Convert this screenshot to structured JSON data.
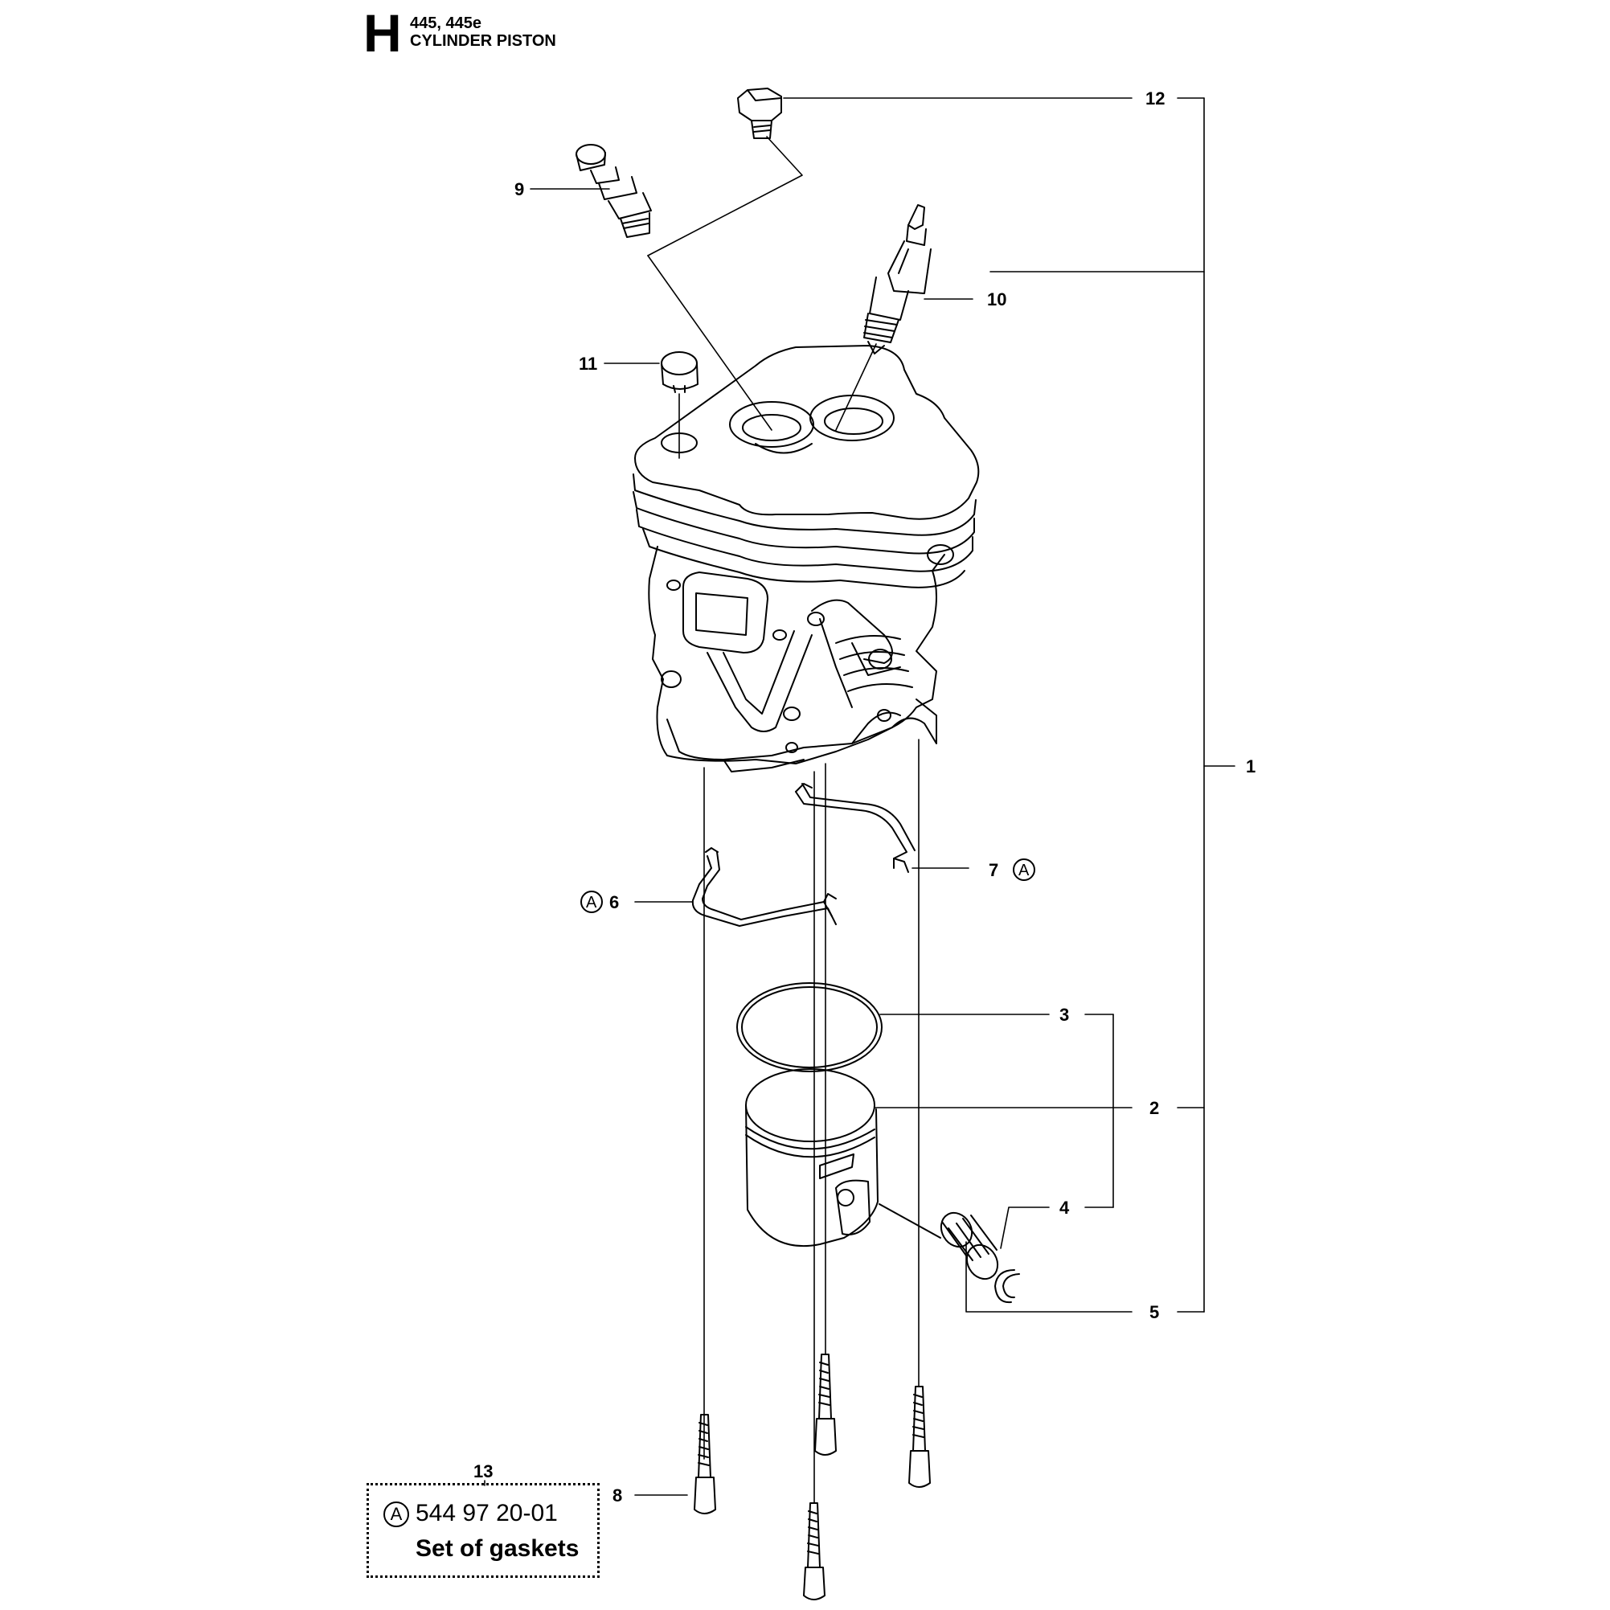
{
  "header": {
    "section_letter": "H",
    "model": "445, 445e",
    "title": "CYLINDER PISTON"
  },
  "callouts": [
    {
      "id": "c1",
      "label": "1"
    },
    {
      "id": "c2",
      "label": "2"
    },
    {
      "id": "c3",
      "label": "3"
    },
    {
      "id": "c4",
      "label": "4"
    },
    {
      "id": "c5",
      "label": "5"
    },
    {
      "id": "c6",
      "label": "6",
      "marker": "A"
    },
    {
      "id": "c7",
      "label": "7",
      "marker": "A"
    },
    {
      "id": "c8",
      "label": "8"
    },
    {
      "id": "c9",
      "label": "9"
    },
    {
      "id": "c10",
      "label": "10"
    },
    {
      "id": "c11",
      "label": "11"
    },
    {
      "id": "c12",
      "label": "12"
    }
  ],
  "kit": {
    "number": "13",
    "marker": "A",
    "part_number": "544 97 20-01",
    "description": "Set of gaskets"
  },
  "colors": {
    "line": "#000000",
    "background": "#ffffff"
  }
}
